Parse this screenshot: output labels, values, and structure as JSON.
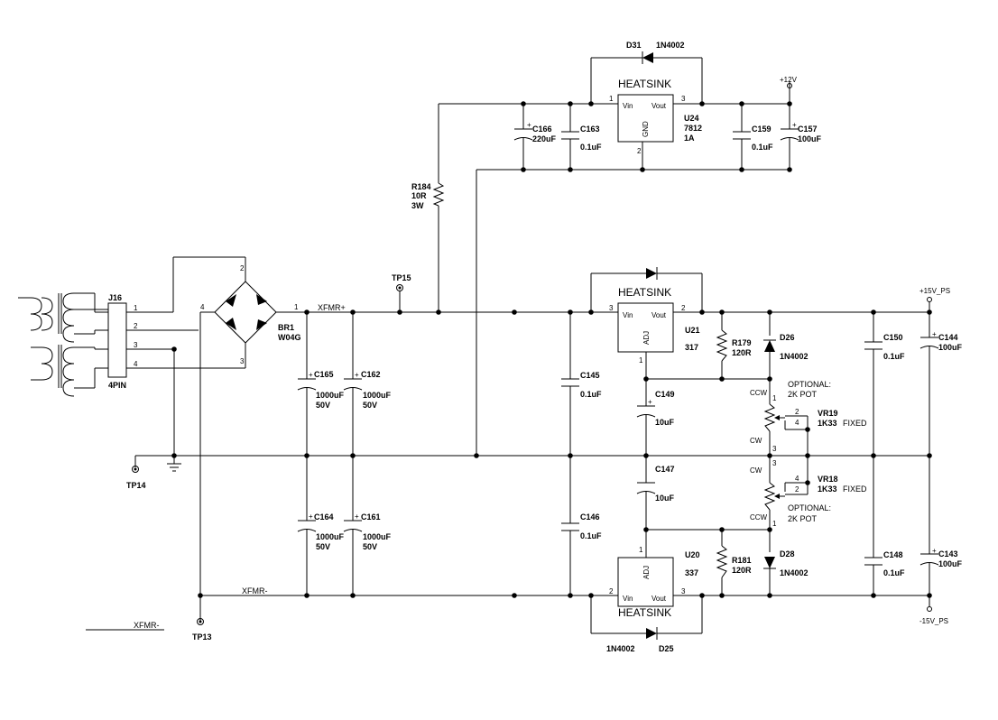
{
  "labels": {
    "j16": "J16",
    "j16_type": "4PIN",
    "j16_pins": [
      "1",
      "2",
      "3",
      "4"
    ],
    "br1": "BR1",
    "br1_part": "W04G",
    "br1_pins": [
      "2",
      "4",
      "1",
      "3"
    ],
    "xfmr_pos": "XFMR+",
    "xfmr_neg": "XFMR-",
    "xfmr_neg_legend": "XFMR-",
    "tp15": "TP15",
    "tp14": "TP14",
    "tp13": "TP13",
    "r184": "R184",
    "r184_val": "10R",
    "r184_rating": "3W",
    "c165": "C165",
    "c165_val": "1000uF",
    "c165_v": "50V",
    "c162": "C162",
    "c162_val": "1000uF",
    "c162_v": "50V",
    "c164": "C164",
    "c164_val": "1000uF",
    "c164_v": "50V",
    "c161": "C161",
    "c161_val": "1000uF",
    "c161_v": "50V",
    "d31": "D31",
    "d31_part": "1N4002",
    "heatsink_top": "HEATSINK",
    "heatsink_mid": "HEATSINK",
    "heatsink_bot": "HEATSINK",
    "u24_vin": "Vin",
    "u24_vout": "Vout",
    "u24_gnd": "GND",
    "u24": "U24",
    "u24_part": "7812",
    "u24_amp": "1A",
    "u24_pins": [
      "1",
      "3",
      "2"
    ],
    "c166": "C166",
    "c166_val": "220uF",
    "c163": "C163",
    "c163_val": "0.1uF",
    "c159": "C159",
    "c159_val": "0.1uF",
    "c157": "C157",
    "c157_val": "100uF",
    "plus12v": "+12V",
    "u21_vin": "Vin",
    "u21_vout": "Vout",
    "u21_adj": "ADJ",
    "u21": "U21",
    "u21_part": "317",
    "u21_pins": [
      "3",
      "2",
      "1"
    ],
    "c145": "C145",
    "c145_val": "0.1uF",
    "c146": "C146",
    "c146_val": "0.1uF",
    "c149": "C149",
    "c149_val": "10uF",
    "c147": "C147",
    "c147_val": "10uF",
    "r179": "R179",
    "r179_val": "120R",
    "r181": "R181",
    "r181_val": "120R",
    "d26": "D26",
    "d26_part": "1N4002",
    "d28": "D28",
    "d28_part": "1N4002",
    "d25": "D25",
    "d25_part": "1N4002",
    "optional_top": "OPTIONAL:",
    "pot_top": "2K POT",
    "optional_bot": "OPTIONAL:",
    "pot_bot": "2K POT",
    "vr19": "VR19",
    "vr19_val": "1K33",
    "vr19_fixed": "FIXED",
    "vr18": "VR18",
    "vr18_val": "1K33",
    "vr18_fixed": "FIXED",
    "vr19_pins": [
      "1",
      "2",
      "4",
      "3"
    ],
    "vr18_pins": [
      "3",
      "4",
      "2",
      "1"
    ],
    "ccw_top": "CCW",
    "cw_top": "CW",
    "cw_bot": "CW",
    "ccw_bot": "CCW",
    "c150": "C150",
    "c150_val": "0.1uF",
    "c148": "C148",
    "c148_val": "0.1uF",
    "c144": "C144",
    "c144_val": "100uF",
    "c143": "C143",
    "c143_val": "100uF",
    "plus15v": "+15V_PS",
    "minus15v": "-15V_PS",
    "u20_adj": "ADJ",
    "u20_vin": "Vin",
    "u20_vout": "Vout",
    "u20": "U20",
    "u20_part": "337",
    "u20_pins": [
      "1",
      "2",
      "3"
    ],
    "plus": "+"
  }
}
